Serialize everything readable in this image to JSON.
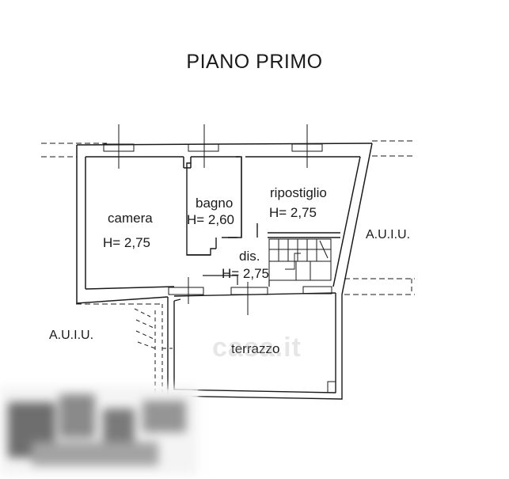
{
  "title": "PIANO PRIMO",
  "rooms": {
    "camera": {
      "name": "camera",
      "height": "H= 2,75"
    },
    "bagno": {
      "name": "bagno",
      "height": "H= 2,60"
    },
    "ripostiglio": {
      "name": "ripostiglio",
      "height": "H= 2,75"
    },
    "disimpegno": {
      "name": "dis.",
      "height": "H= 2,75"
    },
    "terrazzo": {
      "name": "terrazzo"
    }
  },
  "labels": {
    "auiu_right": "A.U.I.U.",
    "auiu_left": "A.U.I.U."
  },
  "watermark": "casa.it",
  "colors": {
    "line": "#1a1a1a",
    "background": "#ffffff",
    "watermark": "#b8b8b8"
  }
}
